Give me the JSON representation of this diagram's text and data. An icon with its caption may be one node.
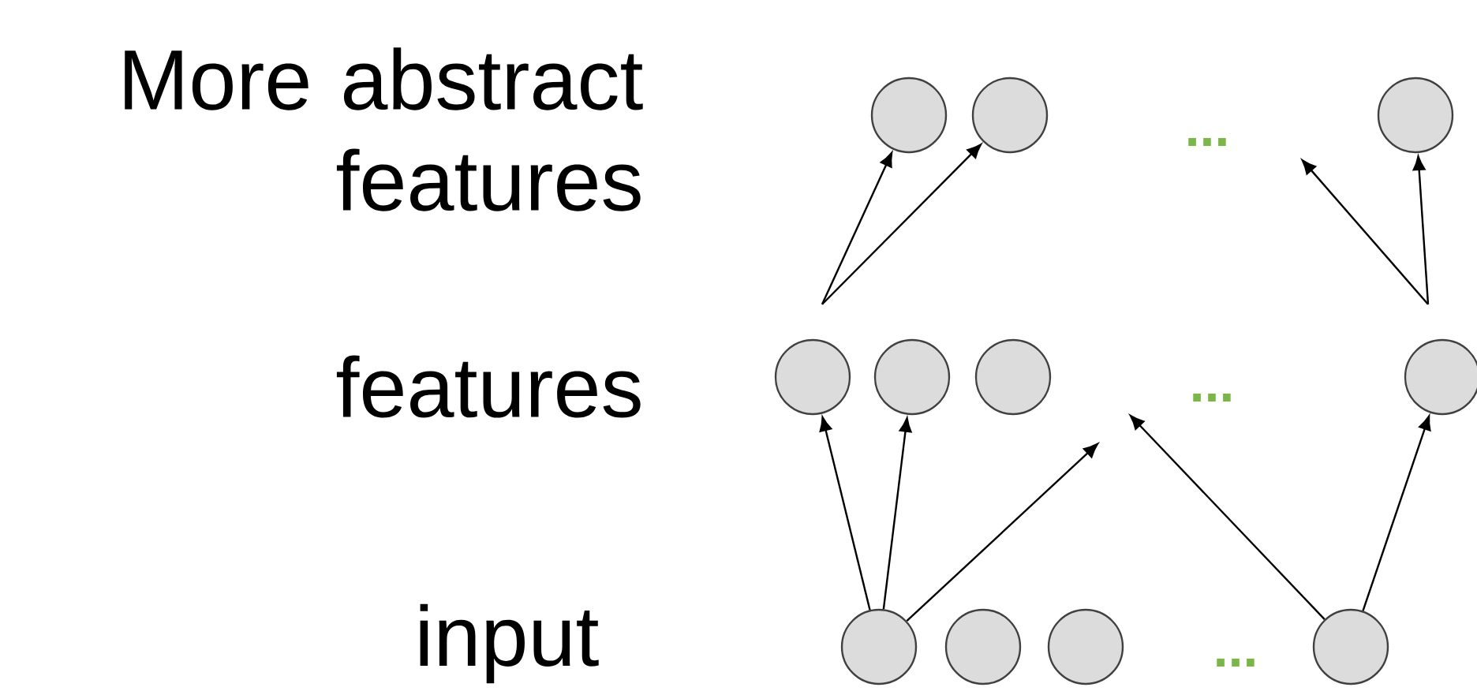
{
  "diagram": {
    "nodes": [
      {
        "text": [],
        "shape": "circle"
      },
      {
        "text": [],
        "shape": "circle"
      },
      {
        "text": [],
        "shape": "circle"
      },
      {
        "text": [],
        "shape": "circle"
      },
      {
        "text": [],
        "shape": "circle"
      },
      {
        "text": [],
        "shape": "circle"
      },
      {
        "text": [],
        "shape": "circle"
      },
      {
        "text": [],
        "shape": "circle"
      },
      {
        "text": [],
        "shape": "circle"
      },
      {
        "text": [],
        "shape": "circle"
      },
      {
        "text": [],
        "shape": "circle"
      }
    ],
    "edges": [
      {
        "from": 3,
        "to": 0,
        "arrow": "to"
      },
      {
        "from": 3,
        "to": 1,
        "arrow": "to"
      },
      {
        "from": 6,
        "to": null,
        "arrow": "to"
      },
      {
        "from": 6,
        "to": 2,
        "arrow": "to"
      },
      {
        "from": 7,
        "to": 3,
        "arrow": "to"
      },
      {
        "from": 7,
        "to": 4,
        "arrow": "to"
      },
      {
        "from": 7,
        "to": null,
        "arrow": "to"
      },
      {
        "from": 10,
        "to": null,
        "arrow": "to"
      },
      {
        "from": 10,
        "to": 6,
        "arrow": "to"
      }
    ],
    "labels": [
      "More abstract features",
      "...",
      "features",
      "...",
      "input",
      "..."
    ]
  }
}
